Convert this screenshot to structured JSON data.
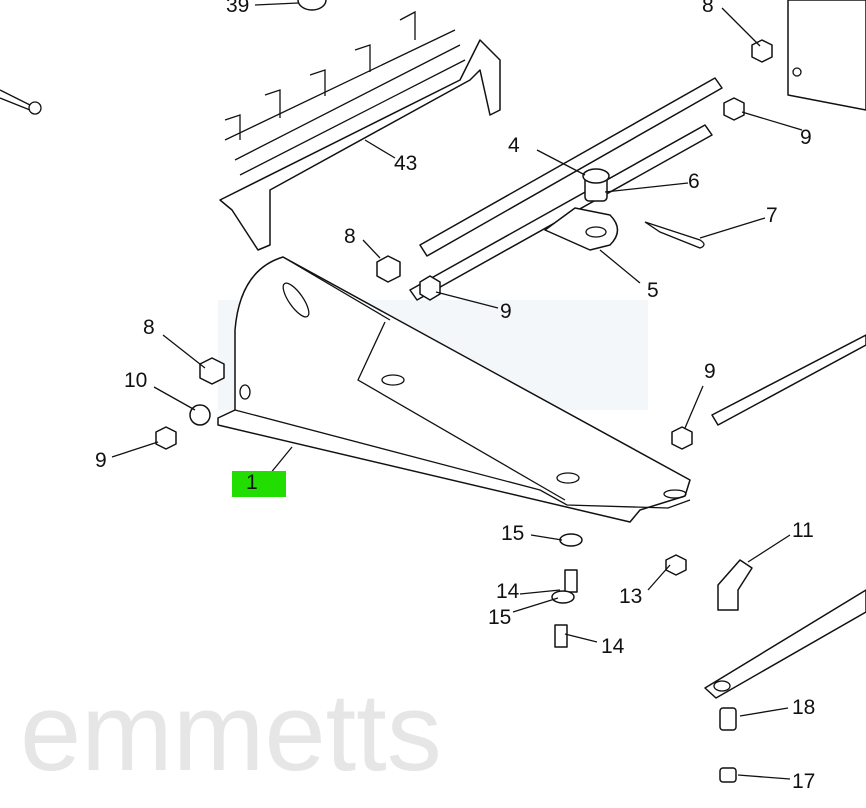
{
  "diagram": {
    "watermark": "emmetts",
    "highlight_color": "#22dd00",
    "callouts": {
      "c39": "39",
      "c8_top": "8",
      "c9_top": "9",
      "c43": "43",
      "c4": "4",
      "c6": "6",
      "c7": "7",
      "c8_mid": "8",
      "c5": "5",
      "c9_mid": "9",
      "c8_left": "8",
      "c10": "10",
      "c9_left": "9",
      "c1": "1",
      "c9_right": "9",
      "c11": "11",
      "c15_a": "15",
      "c14_a": "14",
      "c15_b": "15",
      "c13": "13",
      "c14_b": "14",
      "c18": "18",
      "c17": "17"
    }
  }
}
